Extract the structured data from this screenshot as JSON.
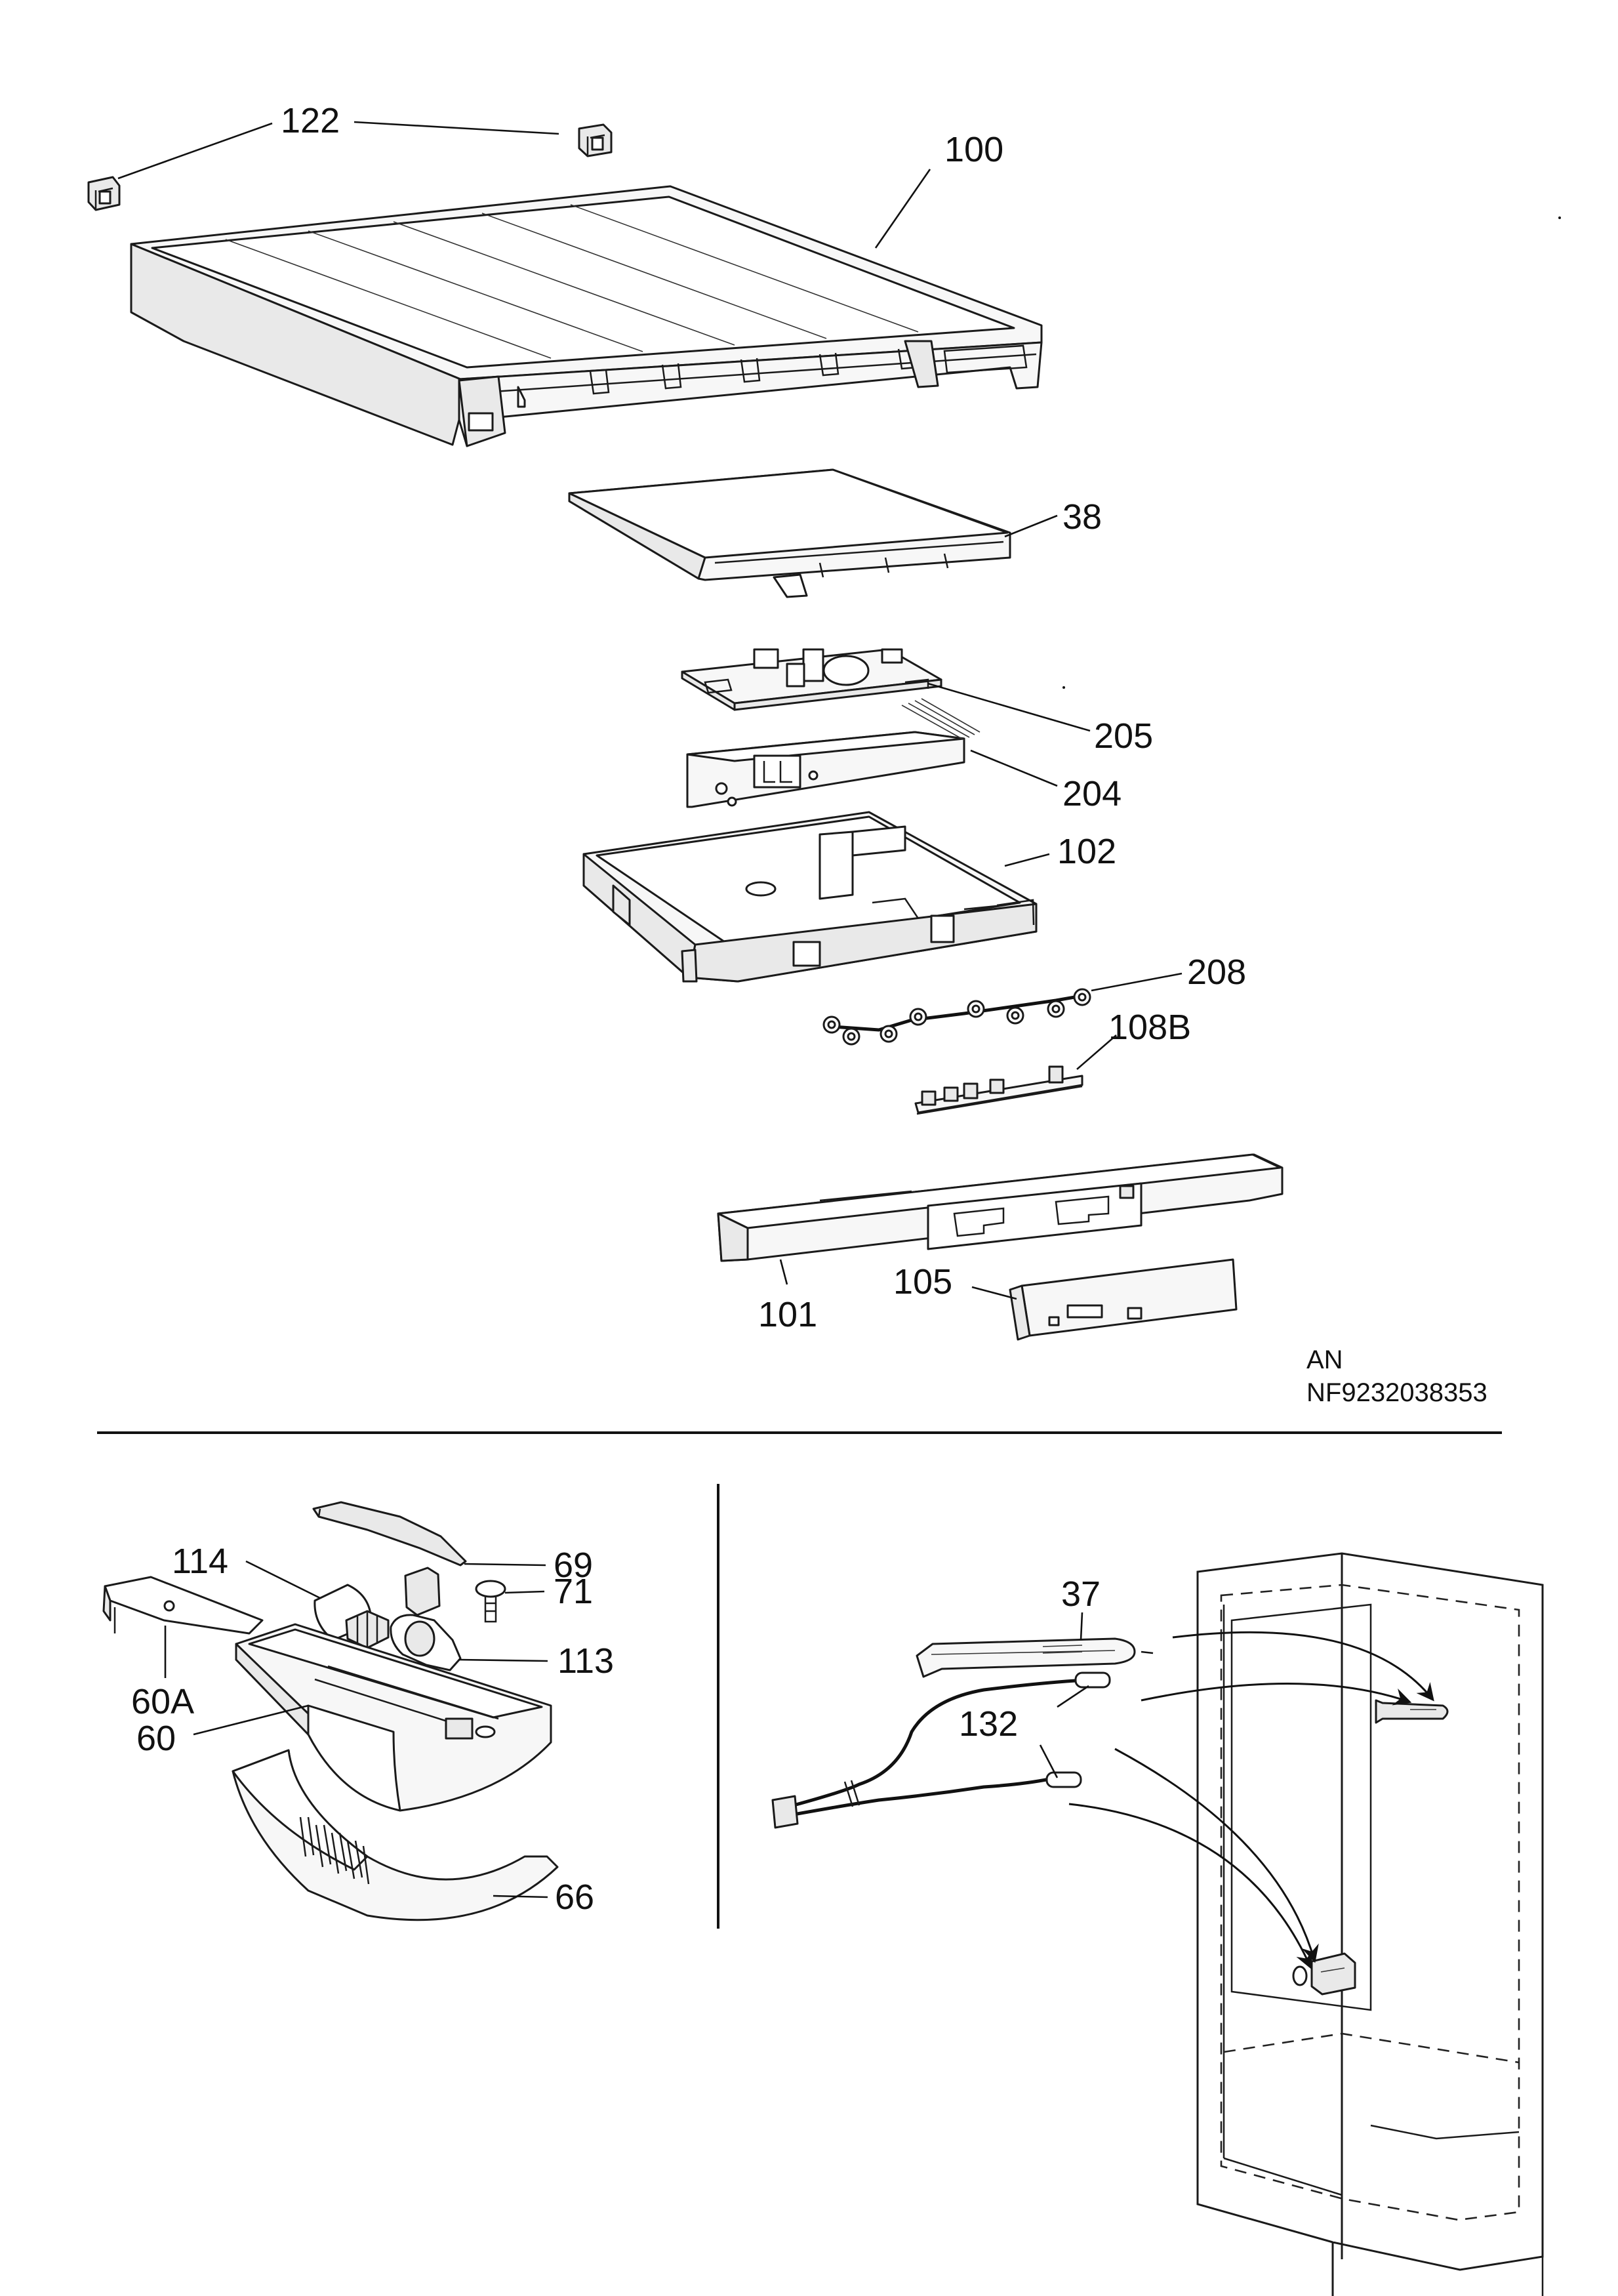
{
  "labels": {
    "l122": "122",
    "l100": "100",
    "l38": "38",
    "l205": "205",
    "l204": "204",
    "l102": "102",
    "l208": "208",
    "l108b": "108B",
    "l101": "101",
    "l105": "105",
    "l114": "114",
    "l69": "69",
    "l71": "71",
    "l113": "113",
    "l60a": "60A",
    "l60": "60",
    "l66": "66",
    "l37": "37",
    "l132": "132"
  },
  "code": {
    "line1": "AN",
    "line2": "NF9232038353"
  }
}
